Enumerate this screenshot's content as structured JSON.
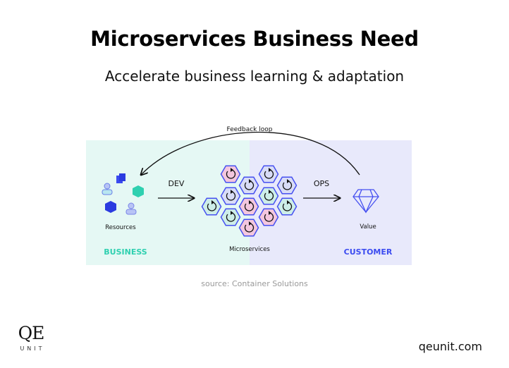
{
  "slide": {
    "title": "Microservices Business Need",
    "subtitle": "Accelerate business learning & adaptation",
    "source": "source: Container Solutions",
    "website": "qeunit.com",
    "logo": {
      "main": "QE",
      "sub": "UNIT"
    }
  },
  "diagram": {
    "feedback_label": "Feedback loop",
    "dev_label": "DEV",
    "ops_label": "OPS",
    "resources_label": "Resources",
    "microservices_label": "Microservices",
    "value_label": "Value",
    "business_label": "BUSINESS",
    "customer_label": "CUSTOMER",
    "colors": {
      "business_bg": "#e5f8f4",
      "customer_bg": "#e8e9fb",
      "business_text": "#2fd0b0",
      "customer_text": "#3b4bf0",
      "hex_stroke": "#4650f0",
      "pink": "#f3c6de",
      "blue": "#d8dcf7",
      "teal": "#cdeee8"
    }
  }
}
